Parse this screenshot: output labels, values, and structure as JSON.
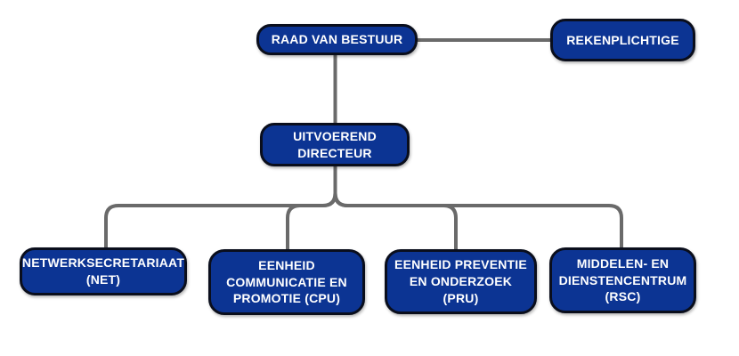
{
  "diagram": {
    "type": "org-chart",
    "nodes": {
      "board": {
        "label": "RAAD VAN BESTUUR"
      },
      "accountant": {
        "label": "REKENPLICHTIGE"
      },
      "director": {
        "label": "UITVOEREND\nDIRECTEUR"
      },
      "units": [
        {
          "label": "NETWERKSECRETARIAAT\n(NET)"
        },
        {
          "label": "EENHEID\nCOMMUNICATIE EN\nPROMOTIE (CPU)"
        },
        {
          "label": "EENHEID PREVENTIE\nEN ONDERZOEK\n(PRU)"
        },
        {
          "label": "MIDDELEN- EN\nDIENSTENCENTRUM\n(RSC)"
        }
      ]
    },
    "edges": [
      {
        "from": "board",
        "to": "accountant",
        "style": "lateral"
      },
      {
        "from": "board",
        "to": "director",
        "style": "vertical"
      },
      {
        "from": "director",
        "to": "unit-net",
        "style": "branch"
      },
      {
        "from": "director",
        "to": "unit-cpu",
        "style": "branch"
      },
      {
        "from": "director",
        "to": "unit-pru",
        "style": "branch"
      },
      {
        "from": "director",
        "to": "unit-rsc",
        "style": "branch"
      }
    ],
    "colors": {
      "node_fill": "#0c3493",
      "node_border": "#0a0e1c",
      "node_text": "#ffffff",
      "connector": "#6a6a6a",
      "background": "#ffffff"
    }
  }
}
